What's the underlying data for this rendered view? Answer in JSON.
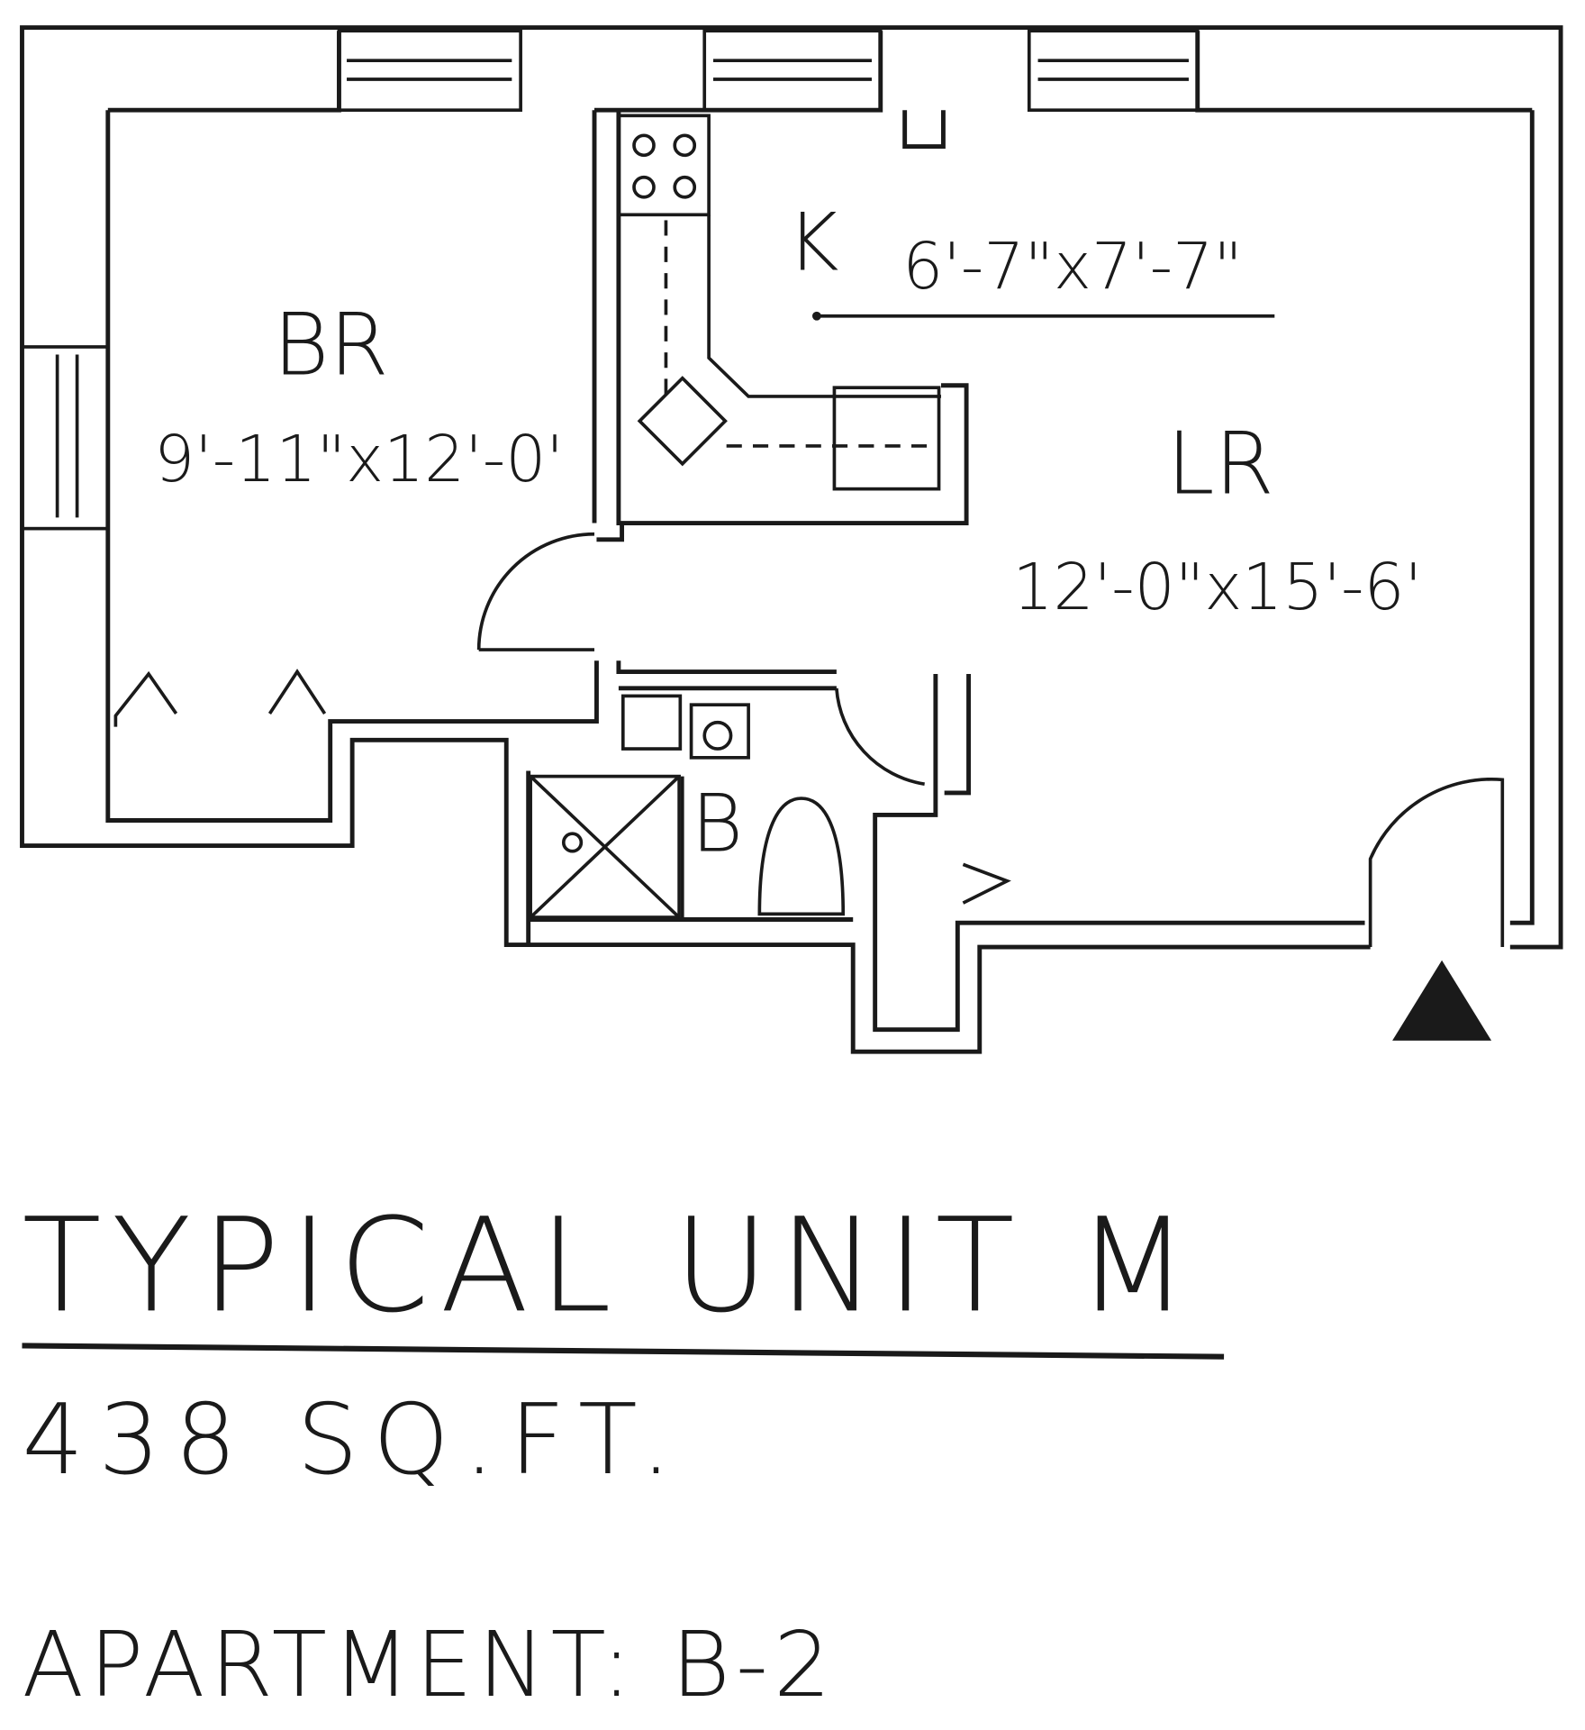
{
  "rooms": {
    "bedroom": {
      "label": "BR",
      "dims": "9'-11\"x12'-0'"
    },
    "kitchen": {
      "label": "K",
      "dims": "6'-7\"x7'-7\""
    },
    "living": {
      "label": "LR",
      "dims": "12'-0\"x15'-6'"
    },
    "bath": {
      "label": "B"
    }
  },
  "title": "TYPICAL UNIT M",
  "area": "438 SQ.FT.",
  "apartment": "APARTMENT: B-2"
}
